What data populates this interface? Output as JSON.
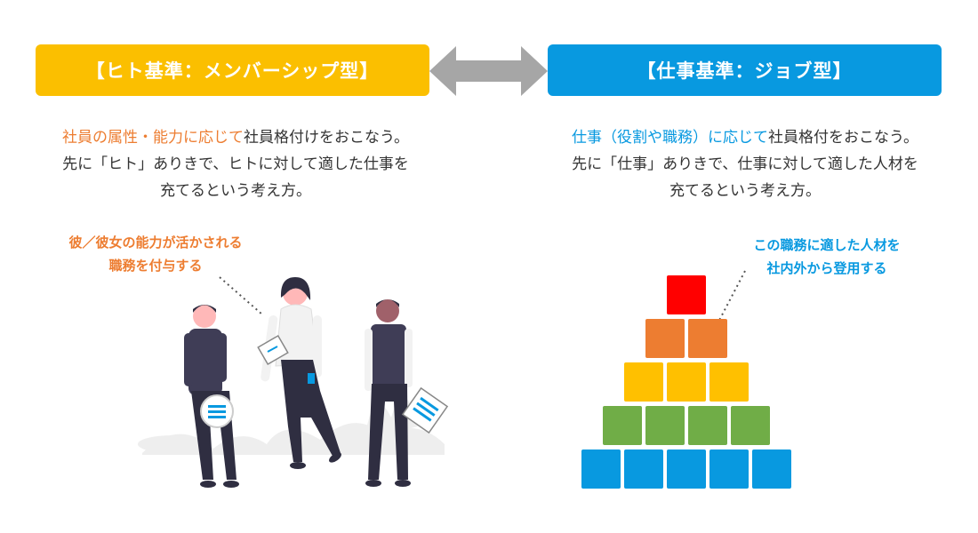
{
  "left": {
    "header": "【ヒト基準：メンバーシップ型】",
    "desc": {
      "line1_accent": "社員の属性・能力に応じて",
      "line1_rest": "社員格付けをおこなう。",
      "line2": "先に「ヒト」ありきで、ヒトに対して適した仕事を",
      "line3": "充てるという考え方。"
    },
    "callout": {
      "line1": "彼／彼女の能力が活かされる",
      "line2": "職務を付与する"
    }
  },
  "right": {
    "header": "【仕事基準：ジョブ型】",
    "desc": {
      "line1_accent": "仕事（役割や職務）に応じて",
      "line1_rest": "社員格付をおこなう。",
      "line2": "先に「仕事」ありきで、仕事に対して適した人材を",
      "line3": "充てるという考え方。"
    },
    "callout": {
      "line1": "この職務に適した人材を",
      "line2": "社内外から登用する"
    }
  },
  "colors": {
    "left_header": "#fbbf00",
    "right_header": "#0899e0",
    "arrow": "#a6a6a6",
    "accent_orange": "#ed7d31",
    "pyramid_red": "#ff0000",
    "pyramid_orange": "#ed7d31",
    "pyramid_yellow": "#ffc000",
    "pyramid_green": "#70ad47",
    "pyramid_blue": "#0899e0"
  },
  "pyramid_rows": [
    1,
    2,
    3,
    4,
    5
  ]
}
